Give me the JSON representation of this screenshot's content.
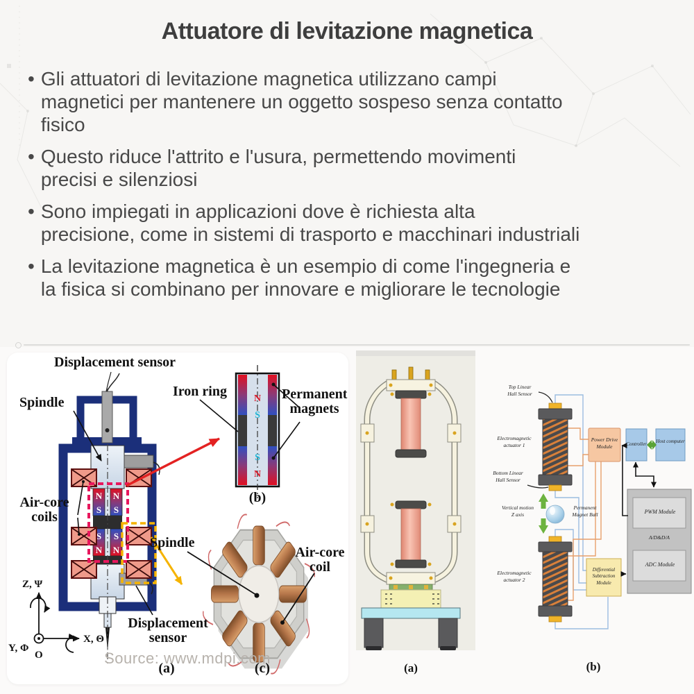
{
  "page": {
    "title": "Attuatore di levitazione magnetica",
    "bullet_char": "•",
    "bullets": [
      "Gli attuatori di levitazione magnetica utilizzano campi\nmagnetici per mantenere un oggetto sospeso senza contatto\nfisico",
      "Questo riduce l'attrito e l'usura, permettendo movimenti\nprecisi e silenziosi",
      "Sono impiegati in applicazioni dove è richiesta alta\nprecisione, come in sistemi di trasporto e macchinari industriali",
      "La levitazione magnetica è un esempio di come l'ingegneria e\nla fisica si combinano per innovare e migliorare le tecnologie"
    ]
  },
  "figure": {
    "panel_a": {
      "displacement_sensor_top": "Displacement sensor",
      "spindle_top": "Spindle",
      "air_core_coils": "Air-core\ncoils",
      "iron_ring": "Iron ring",
      "permanent_magnets": "Permanent\nmagnets",
      "spindle_c": "Spindle",
      "air_core_coil_c": "Air-core\ncoil",
      "displacement_sensor_bottom": "Displacement\nsensor",
      "axis_z": "Z, Ψ",
      "axis_x": "X, Θ",
      "axis_y": "Y, Φ",
      "origin": "O",
      "pole_n": "N",
      "pole_s": "S",
      "caption_a": "(a)",
      "caption_b": "(b)",
      "caption_c": "(c)",
      "source": "Source: www.mdpi.com"
    },
    "panel_cad": {
      "caption": "(a)"
    },
    "panel_block": {
      "top_hall": "Top Linear\nHall Sensor",
      "actuator1": "Electromagnetic\nactuator 1",
      "bottom_hall": "Bottom Linear\nHall Sensor",
      "vertical_motion": "Vertical motion\nZ axis",
      "magnet_ball": "Permanent\nMagnet Ball",
      "actuator2": "Electromagnetic\nactuator 2",
      "power_drive": "Power Drive\nModule",
      "controller": "Controller",
      "host_computer": "Host computer",
      "pwm": "PWM Module",
      "adda": "A/D&D/A",
      "adc": "ADC Module",
      "diff_sub": "Differential\nSubtraction\nModule",
      "caption": "(b)"
    }
  },
  "colors": {
    "housing_blue": "#1b2f7a",
    "coil_salmon": "#ef9a8a",
    "magnet_red": "#d91828",
    "magnet_blue": "#2b4abd",
    "pink_dashed": "#e8175d",
    "yellow_dashed": "#f5b301",
    "power_drive_fill": "#f6c7a2",
    "controller_fill": "#a7c9e8",
    "module_gray": "#c2c2c2",
    "diff_yellow": "#f8eaae",
    "wire_blue": "#9bbce0",
    "wire_orange": "#e8a06c",
    "arrow_green": "#5aa336"
  }
}
